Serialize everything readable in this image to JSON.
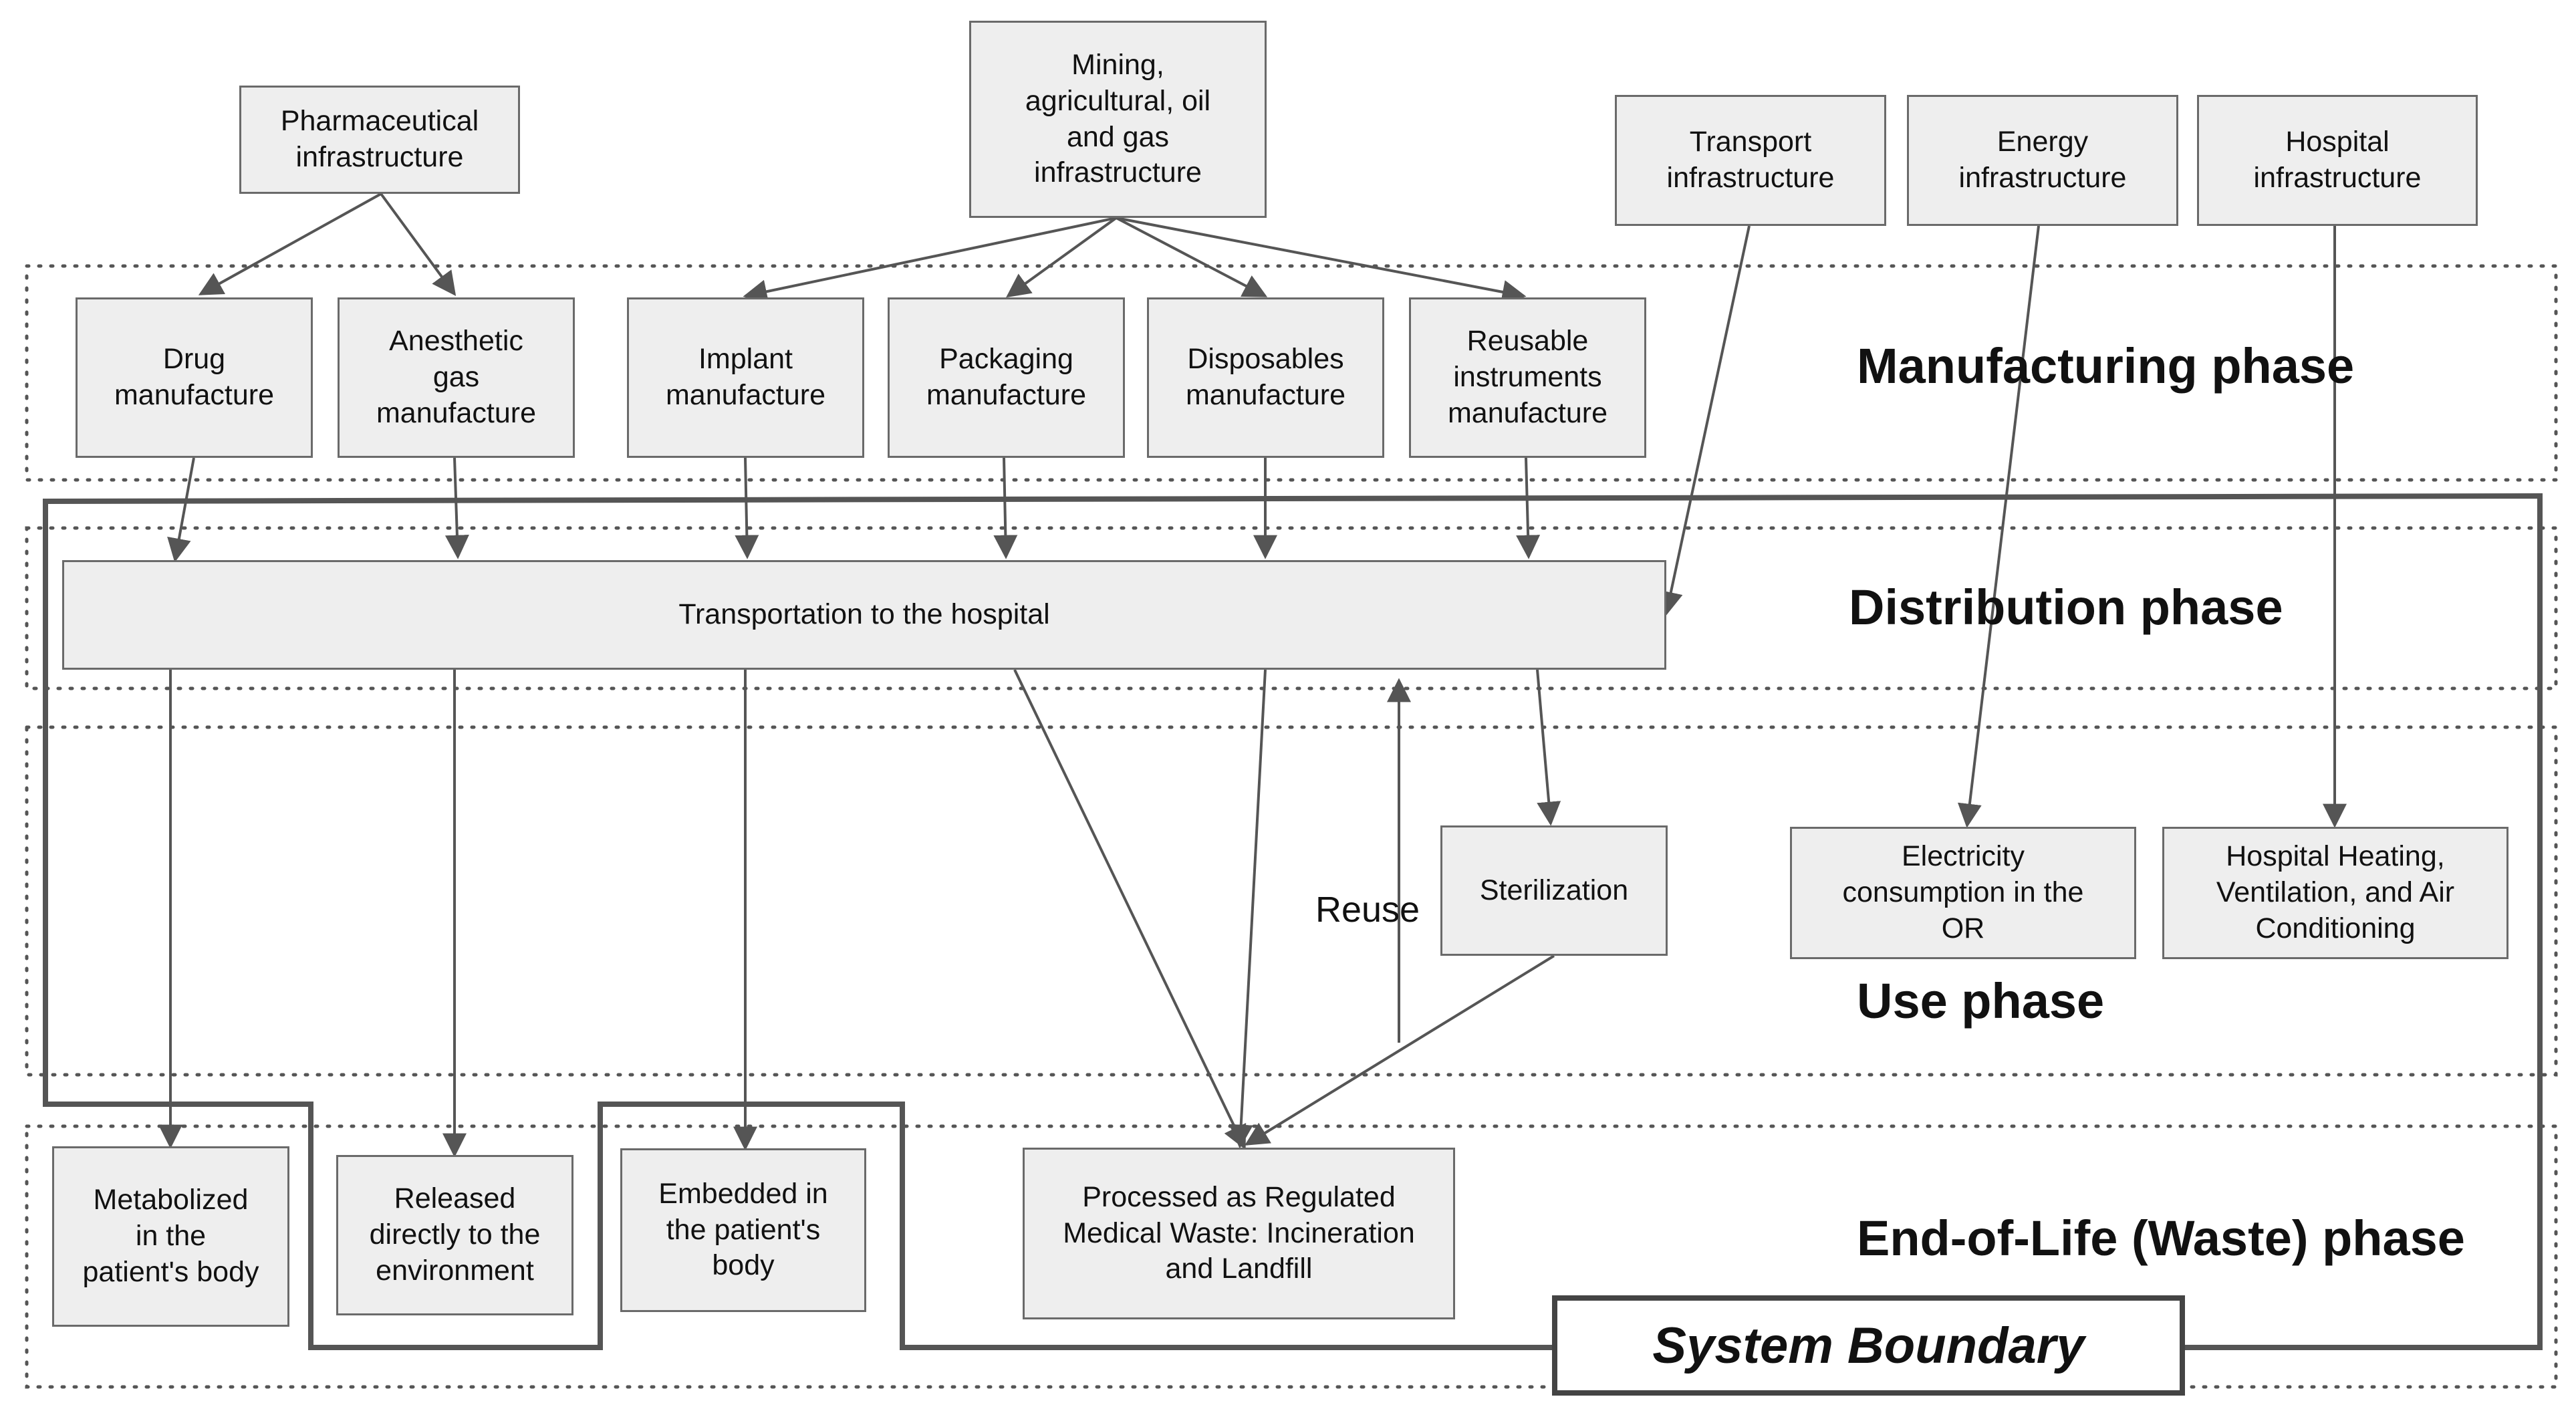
{
  "phases": {
    "manufacturing": "Manufacturing phase",
    "distribution": "Distribution phase",
    "use": "Use phase",
    "end_of_life": "End-of-Life (Waste) phase"
  },
  "infrastructure": {
    "pharmaceutical": "Pharmaceutical\ninfrastructure",
    "mining": "Mining,\nagricultural, oil\nand gas\ninfrastructure",
    "transport": "Transport\ninfrastructure",
    "energy": "Energy\ninfrastructure",
    "hospital": "Hospital\ninfrastructure"
  },
  "manufacture": {
    "drug": "Drug\nmanufacture",
    "anesthetic": "Anesthetic\ngas\nmanufacture",
    "implant": "Implant\nmanufacture",
    "packaging": "Packaging\nmanufacture",
    "disposables": "Disposables\nmanufacture",
    "reusable": "Reusable\ninstruments\nmanufacture"
  },
  "distribution": {
    "transport": "Transportation to the hospital"
  },
  "use": {
    "sterilization": "Sterilization",
    "reuse": "Reuse",
    "electricity": "Electricity\nconsumption in the\nOR",
    "hvac": "Hospital Heating,\nVentilation, and Air\nConditioning"
  },
  "waste": {
    "metabolized": "Metabolized\nin the\npatient's body",
    "released": "Released\ndirectly to the\nenvironment",
    "embedded": "Embedded in\nthe patient's\nbody",
    "processed": "Processed as Regulated\nMedical Waste: Incineration\nand Landfill"
  },
  "system_boundary": "System Boundary"
}
